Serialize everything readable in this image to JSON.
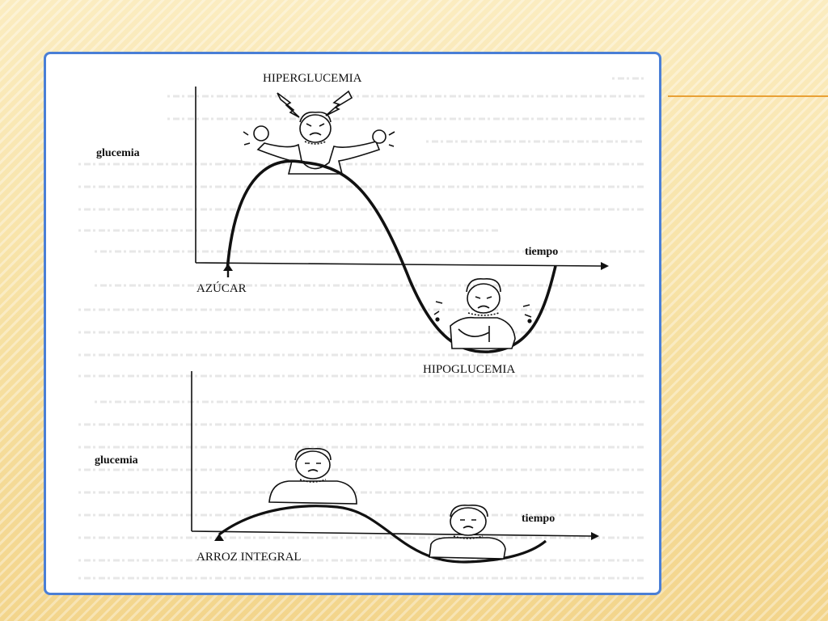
{
  "slide": {
    "accent_color": "#e9a135",
    "frame_border_color": "#4a7fd6"
  },
  "top_diagram": {
    "hyper_label": "HIPERGLUCEMIA",
    "hypo_label": "HIPOGLUCEMIA",
    "y_label": "glucemia",
    "x_label": "tiempo",
    "trigger_label": "AZÚCAR",
    "curve": "sharp rise above baseline then deep drop below baseline"
  },
  "bottom_diagram": {
    "y_label": "glucemia",
    "x_label": "tiempo",
    "trigger_label": "ARROZ INTEGRAL",
    "curve": "gentle rise then gentle dip below baseline"
  },
  "icons": {
    "angry_person": "angry-person-icon",
    "crying_person": "crying-person-icon",
    "calm_person": "calm-person-icon",
    "lightning": "lightning-icon"
  }
}
